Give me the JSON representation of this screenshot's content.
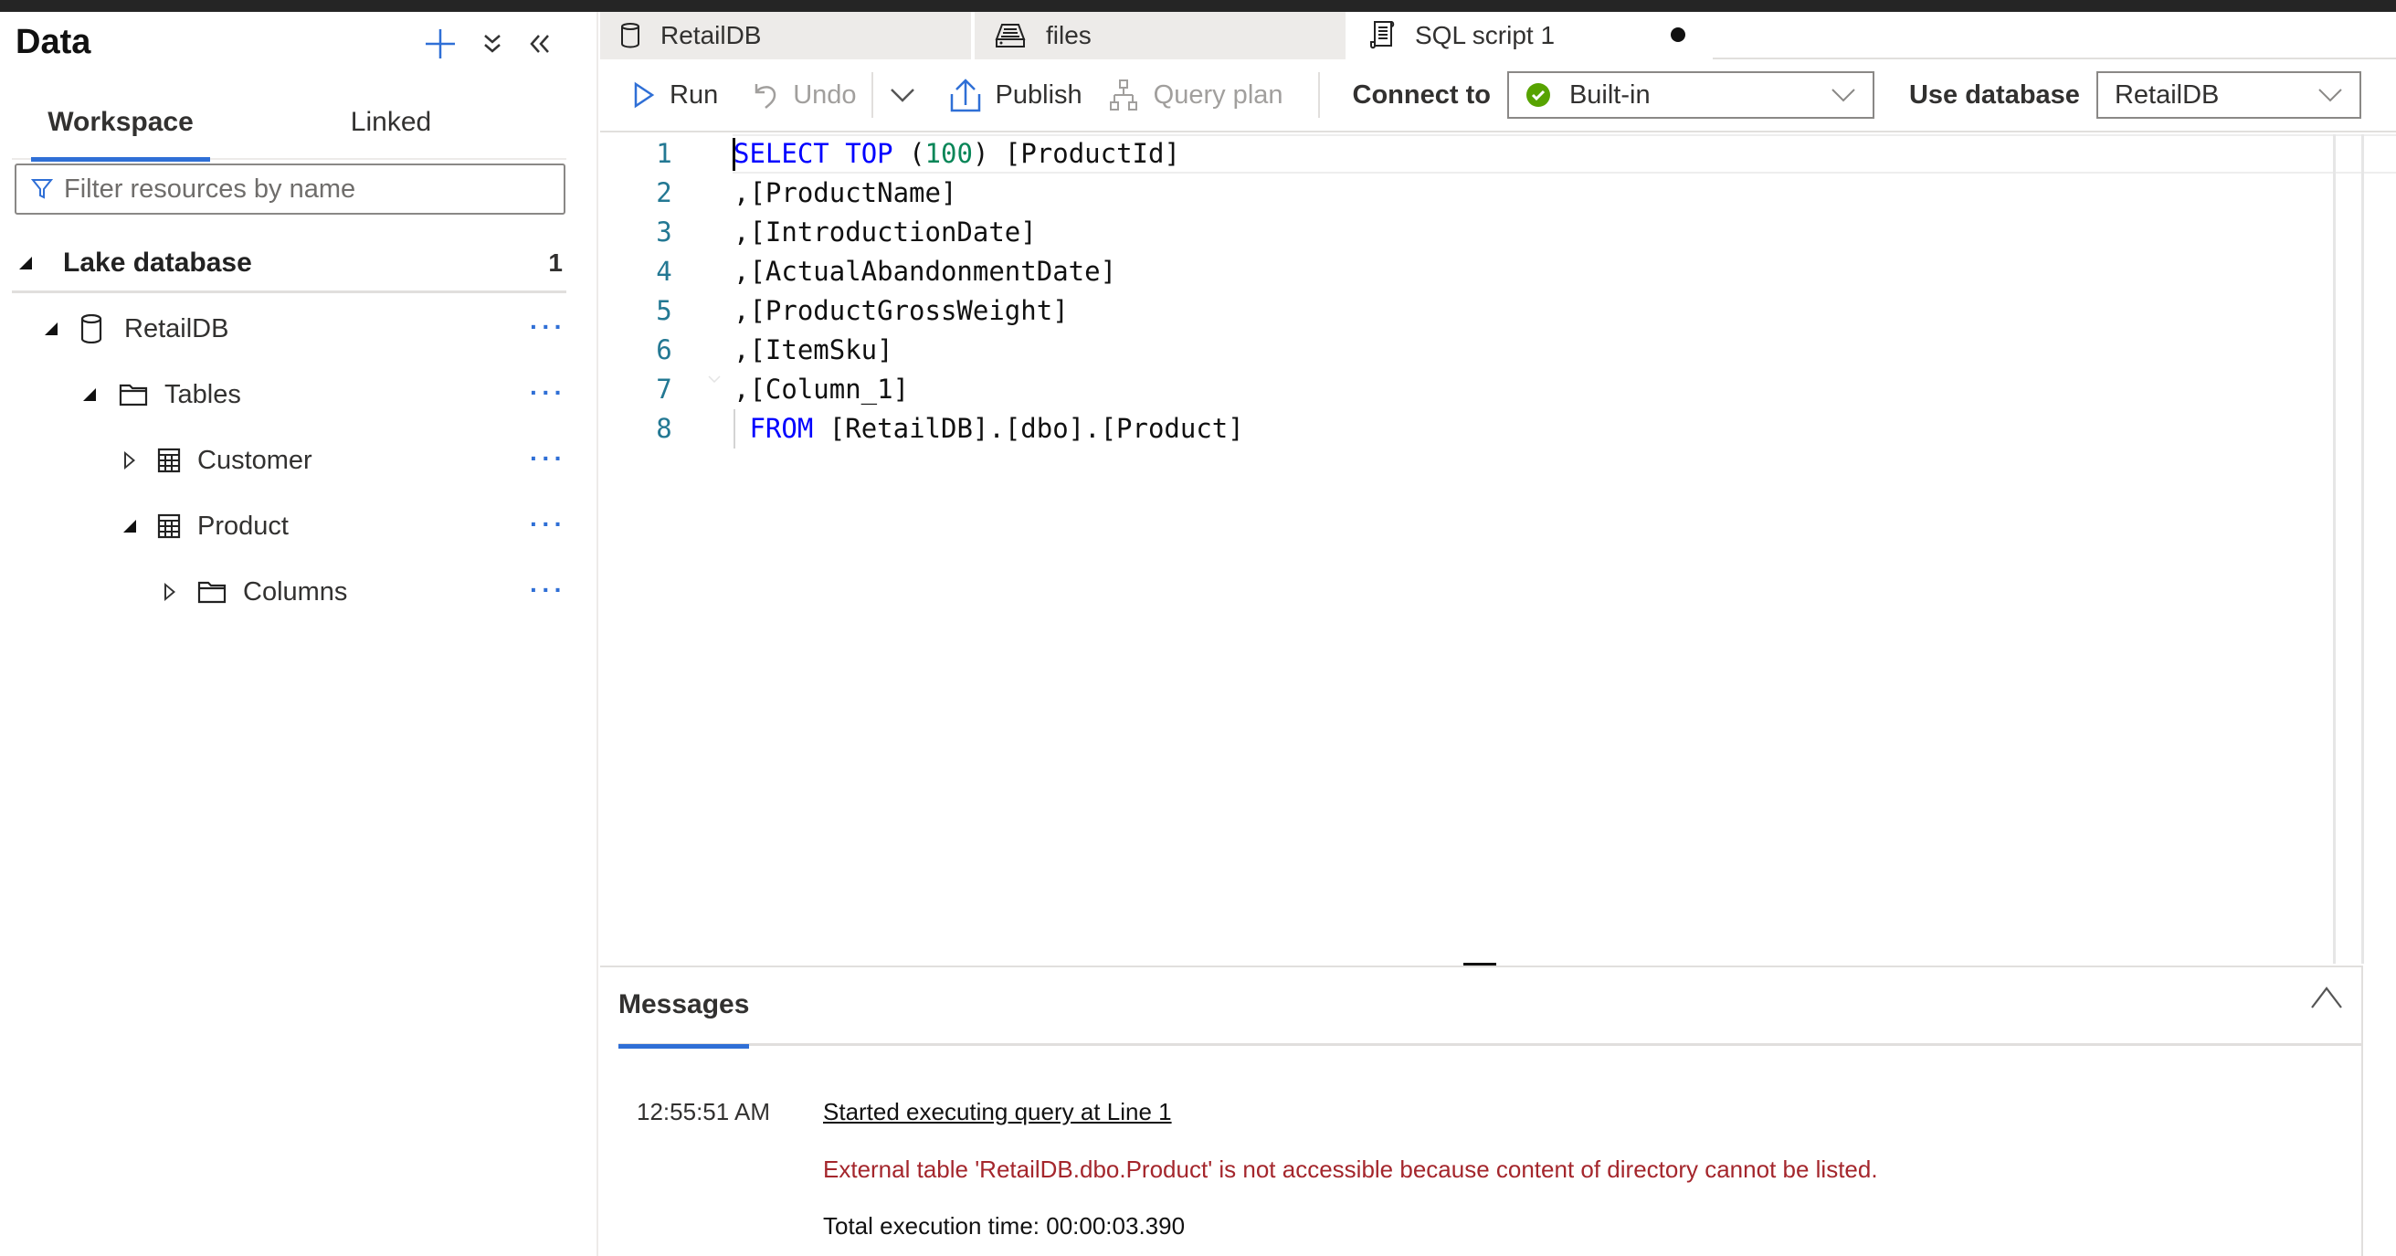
{
  "left_panel": {
    "title": "Data",
    "header_icons": [
      "add-icon",
      "expand-all-icon",
      "collapse-panel-icon"
    ],
    "tabs": [
      {
        "label": "Workspace",
        "active": true
      },
      {
        "label": "Linked",
        "active": false
      }
    ],
    "filter": {
      "placeholder": "Filter resources by name",
      "value": ""
    },
    "section": {
      "label": "Lake database",
      "count": "1"
    },
    "tree": [
      {
        "label": "RetailDB",
        "icon": "database-icon",
        "expanded": true,
        "level": 1
      },
      {
        "label": "Tables",
        "icon": "folder-icon",
        "expanded": true,
        "level": 2
      },
      {
        "label": "Customer",
        "icon": "table-icon",
        "expanded": false,
        "level": 3
      },
      {
        "label": "Product",
        "icon": "table-icon",
        "expanded": true,
        "level": 3
      },
      {
        "label": "Columns",
        "icon": "folder-icon",
        "expanded": false,
        "level": 4
      }
    ],
    "more_label": "···"
  },
  "doc_tabs": [
    {
      "label": "RetailDB",
      "icon": "database-icon",
      "active": false
    },
    {
      "label": "files",
      "icon": "file-share-icon",
      "active": false
    },
    {
      "label": "SQL script 1",
      "icon": "sql-script-icon",
      "active": true,
      "unsaved": true
    }
  ],
  "toolbar": {
    "run": "Run",
    "undo": "Undo",
    "publish": "Publish",
    "query_plan": "Query plan",
    "connect_to_label": "Connect to",
    "connect_to_value": "Built-in",
    "use_database_label": "Use database",
    "use_database_value": "RetailDB"
  },
  "editor": {
    "lines": [
      {
        "n": "1",
        "parts": [
          [
            "kw",
            "SELECT"
          ],
          [
            "t",
            " "
          ],
          [
            "kw",
            "TOP"
          ],
          [
            "t",
            " ("
          ],
          [
            "num",
            "100"
          ],
          [
            "t",
            ") [ProductId]"
          ]
        ]
      },
      {
        "n": "2",
        "parts": [
          [
            "t",
            ",[ProductName]"
          ]
        ]
      },
      {
        "n": "3",
        "parts": [
          [
            "t",
            ",[IntroductionDate]"
          ]
        ]
      },
      {
        "n": "4",
        "parts": [
          [
            "t",
            ",[ActualAbandonmentDate]"
          ]
        ]
      },
      {
        "n": "5",
        "parts": [
          [
            "t",
            ",[ProductGrossWeight]"
          ]
        ]
      },
      {
        "n": "6",
        "parts": [
          [
            "t",
            ",[ItemSku]"
          ]
        ]
      },
      {
        "n": "7",
        "parts": [
          [
            "t",
            ",[Column_1]"
          ]
        ]
      },
      {
        "n": "8",
        "parts": [
          [
            "t",
            " "
          ],
          [
            "kw",
            "FROM"
          ],
          [
            "t",
            " [RetailDB].[dbo].[Product]"
          ]
        ]
      }
    ]
  },
  "messages": {
    "tab_label": "Messages",
    "time": "12:55:51 AM",
    "started": "Started executing query at Line 1",
    "error": "External table 'RetailDB.dbo.Product' is not accessible because content of directory cannot be listed.",
    "total": "Total execution time: 00:00:03.390"
  },
  "colors": {
    "accent": "#2f6fd6",
    "error": "#a4262c",
    "success": "#57a300",
    "keyword": "#0000ff",
    "number": "#098658",
    "line_number": "#237893"
  }
}
